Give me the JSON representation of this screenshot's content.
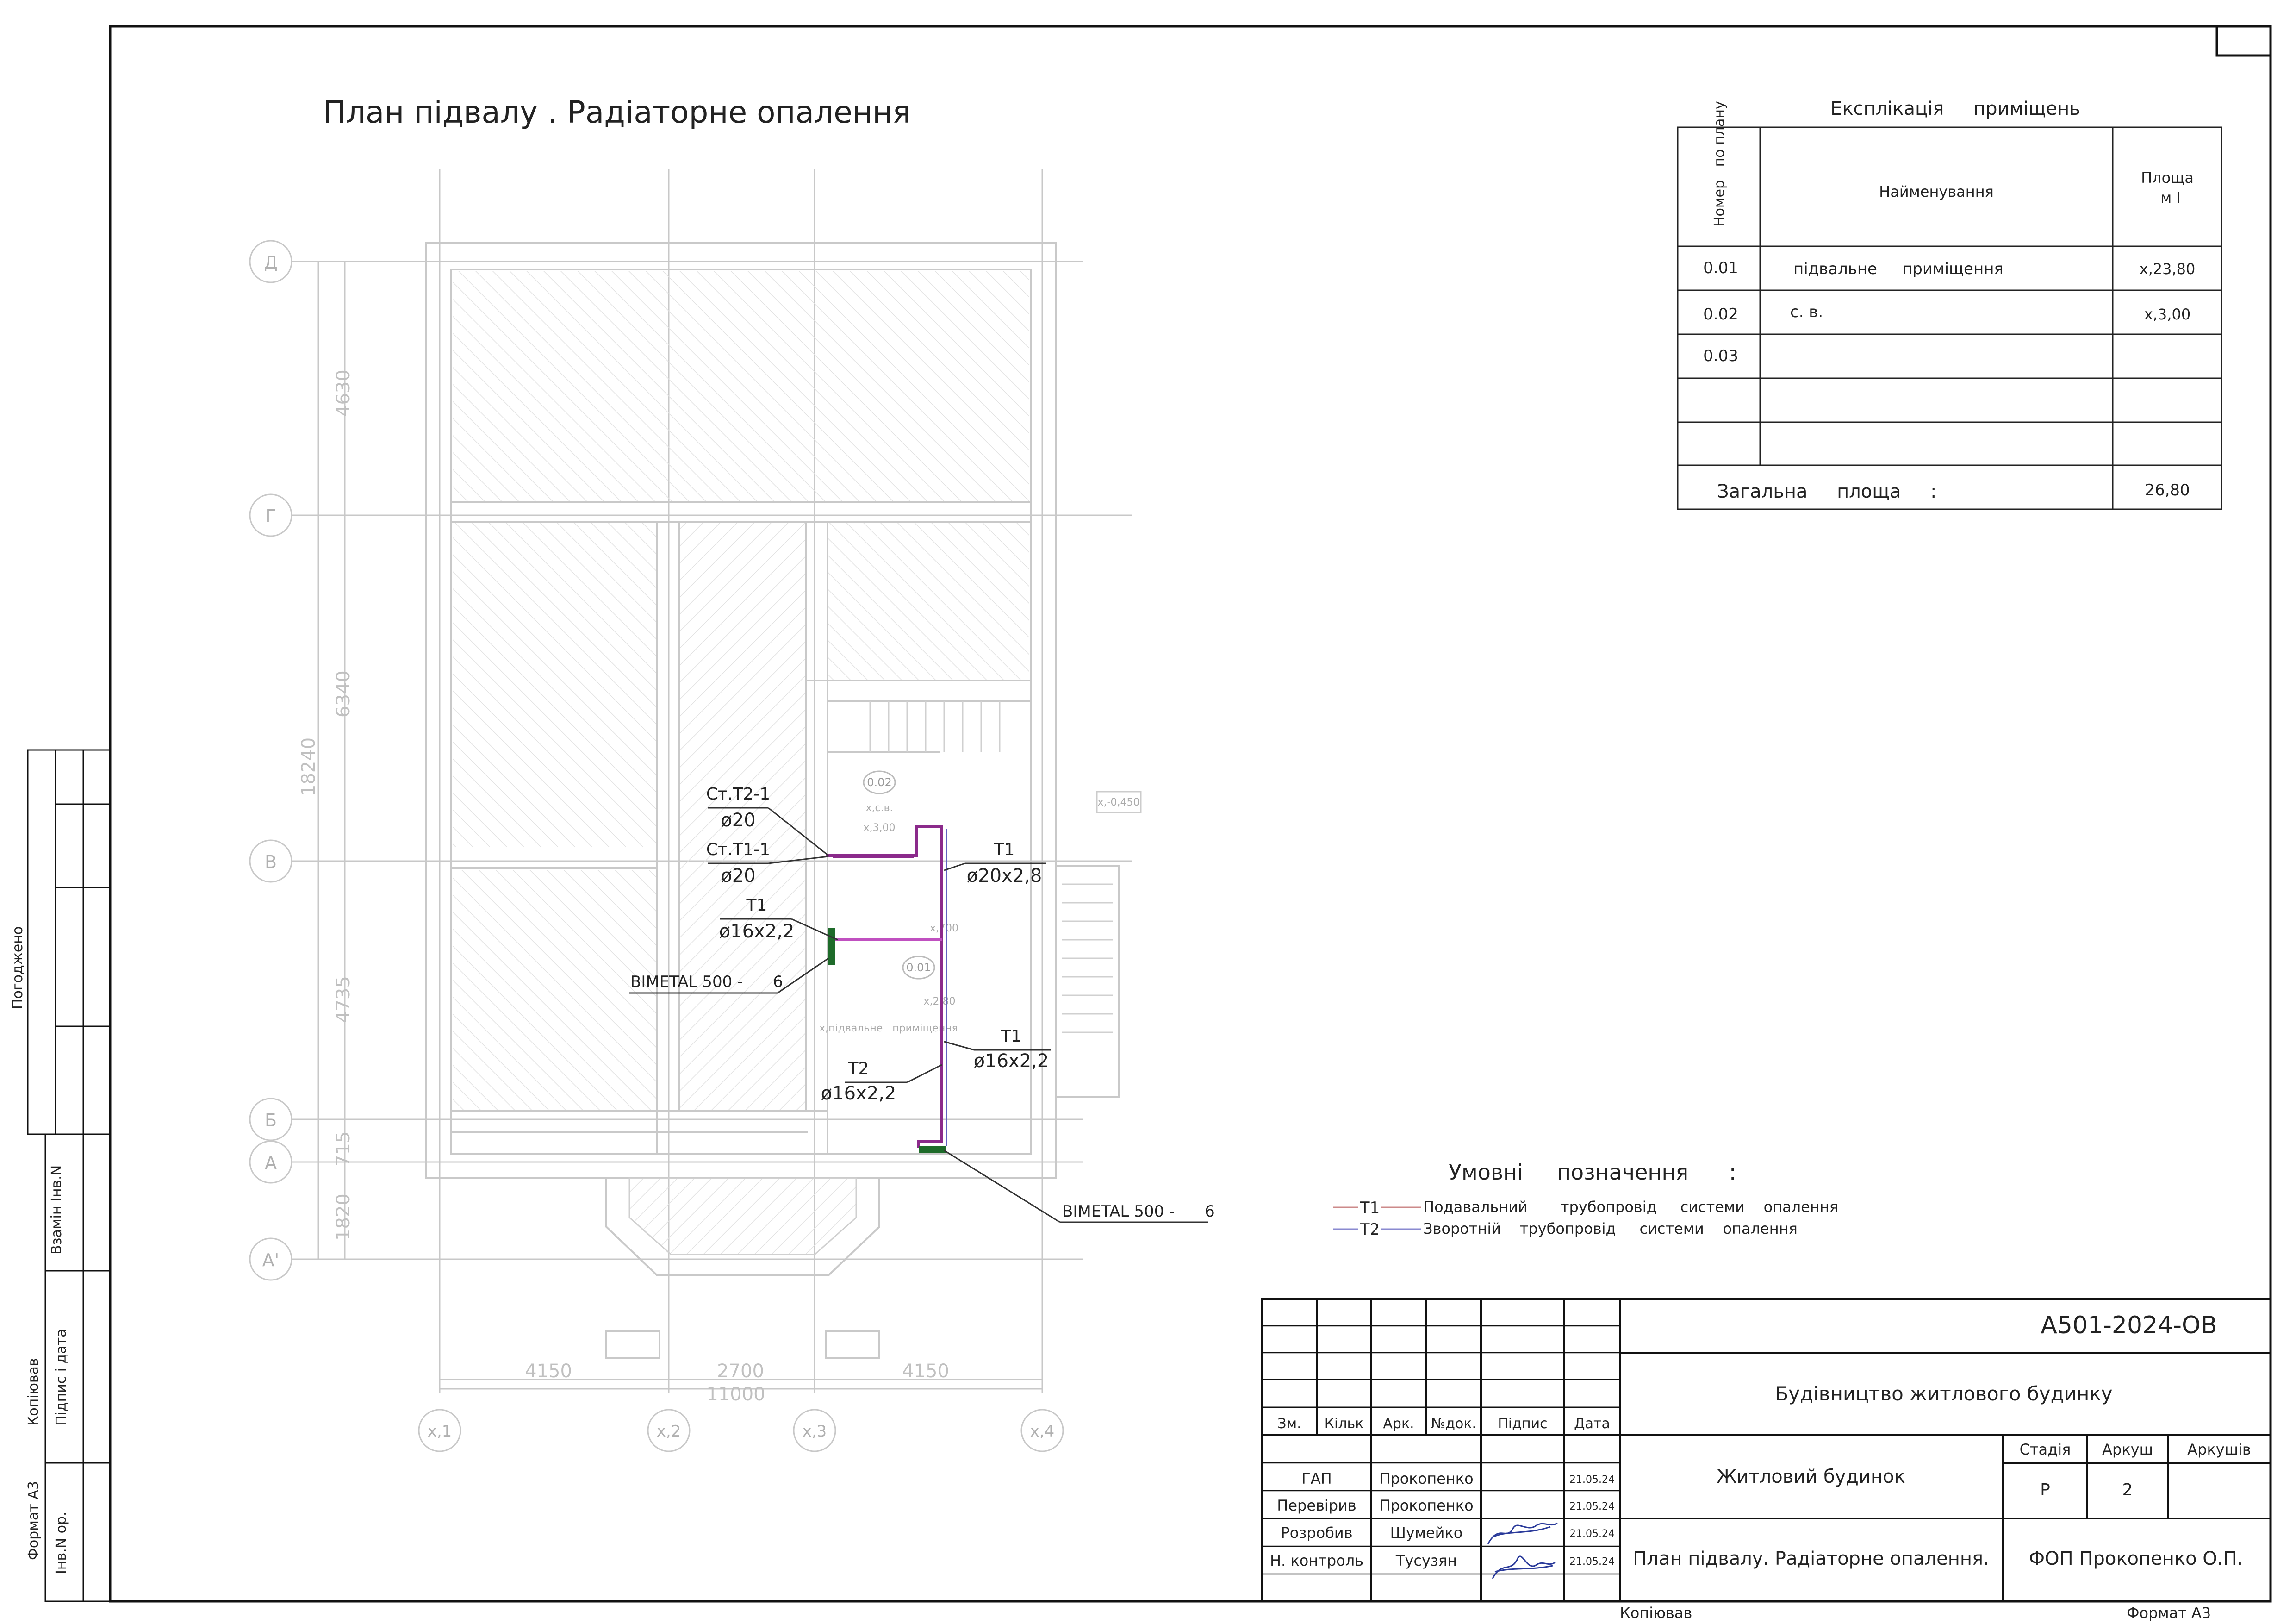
{
  "drawing_title": "План підвалу . Радіаторне опалення",
  "axes": {
    "rows": [
      "Д",
      "Г",
      "В",
      "Б",
      "А",
      "А'"
    ],
    "cols": [
      "х,1",
      "х,2",
      "х,3",
      "х,4"
    ]
  },
  "dimensions": {
    "vertical": [
      "4630",
      "6340",
      "18240",
      "4735",
      "715",
      "1820"
    ],
    "horizontal": [
      "4150",
      "2700",
      "4150",
      "11000"
    ]
  },
  "rooms": {
    "r002_tag": "0.02",
    "r002_name": "х,с.в.",
    "r002_area": "х,3,00",
    "r001_tag": "0.01",
    "r001_name": "х,підвальне   приміщення",
    "r001_level": "х,2,80",
    "level_mark": "х,700",
    "outside_level": "х,-0,450"
  },
  "leaders": {
    "st_t21_name": "Ст.Т2-1",
    "st_t21_dia": "ø20",
    "st_t11_name": "Ст.Т1-1",
    "st_t11_dia": "ø20",
    "t1_main_name": "Т1",
    "t1_main_dia": "ø20х2,8",
    "t1_branch_name": "Т1",
    "t1_branch_dia": "ø16х2,2",
    "radiator_left": "BIMETAL 500 -      6",
    "t1_lower_name": "Т1",
    "t1_lower_dia": "ø16х2,2",
    "t2_name": "Т2",
    "t2_dia": "ø16х2,2",
    "radiator_bottom": "BIMETAL 500 -      6"
  },
  "explication": {
    "title": "Експлікація     приміщень",
    "col_num": "Номер   по плану",
    "col_name": "Найменування",
    "col_area_1": "Площа",
    "col_area_2": "м І",
    "rows": [
      {
        "num": "0.01",
        "name": "підвальне     приміщення",
        "area": "х,23,80"
      },
      {
        "num": "0.02",
        "name": "с. в.",
        "area": "х,3,00"
      },
      {
        "num": "0.03",
        "name": "",
        "area": ""
      },
      {
        "num": "",
        "name": "",
        "area": ""
      },
      {
        "num": "",
        "name": "",
        "area": ""
      }
    ],
    "total_label": "Загальна     площа     :",
    "total_value": "26,80"
  },
  "legend": {
    "title": "Умовні     позначення      :",
    "t1_code": "Т1",
    "t1_text": "Подавальний       трубопровід     системи    опалення",
    "t2_code": "Т2",
    "t2_text": "Зворотній    трубопровід     системи    опалення",
    "colors": {
      "t1": "#cc8a8a",
      "t2": "#8a8ad0",
      "pipe": "#8b2a8b",
      "radiator": "#1e6b2a"
    }
  },
  "title_block": {
    "code": "А501-2024-ОВ",
    "project": "Будівництво житлового будинку",
    "object": "Житловий будинок",
    "sheet_title": "План підвалу. Радіаторне опалення.",
    "company": "ФОП Прокопенко О.П.",
    "head_cols": [
      "Зм.",
      "Кільк",
      "Арк.",
      "№док.",
      "Підпис",
      "Дата"
    ],
    "stage_label": "Стадія",
    "sheet_label": "Аркуш",
    "sheets_label": "Аркушів",
    "stage_value": "Р",
    "sheet_value": "2",
    "sheets_value": "",
    "people": [
      {
        "role": "ГАП",
        "name": "Прокопенко",
        "date": "21.05.24"
      },
      {
        "role": "Перевірив",
        "name": "Прокопенко",
        "date": "21.05.24"
      },
      {
        "role": "Розробив",
        "name": "Шумейко",
        "date": "21.05.24"
      },
      {
        "role": "Н. контроль",
        "name": "Тусузян",
        "date": "21.05.24"
      }
    ]
  },
  "side_strip": {
    "agreed": "Погоджено",
    "inv_replace": "Взамін Інв.N",
    "sign_date": "Підпис і дата",
    "inv_orig": "Інв.N ор.",
    "copied": "Копіював",
    "format": "Формат А3"
  },
  "footer": {
    "copied": "Копіював",
    "format": "Формат А3"
  }
}
